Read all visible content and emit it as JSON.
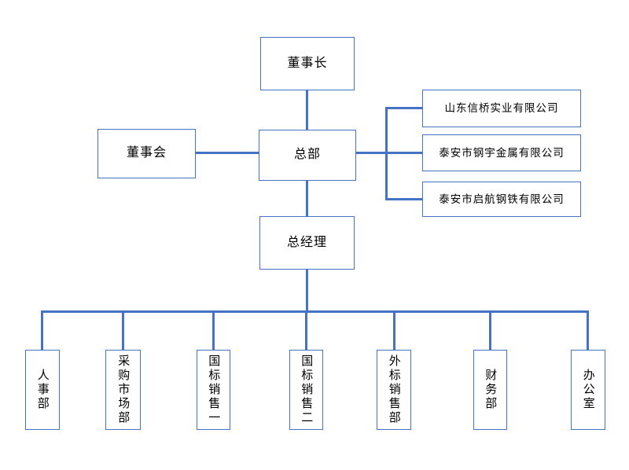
{
  "colors": {
    "line": "#4472C4",
    "box_border": "#4472C4",
    "box_fill": "#FFFFFF",
    "text": "#000000",
    "background": "#FFFFFF"
  },
  "org_chart": {
    "type": "organization-chart",
    "nodes": {
      "chairman": "董事长",
      "board": "董事会",
      "headquarters": "总部",
      "general_manager": "总经理",
      "subsidiaries": [
        "山东信桥实业有限公司",
        "泰安市钢宇金属有限公司",
        "泰安市启航钢铁有限公司"
      ],
      "departments": [
        "人事部",
        "采购市场部",
        "国标销售一",
        "国标销售二",
        "外标销售部",
        "财务部",
        "办公室"
      ]
    },
    "edges": [
      "董事长 — 总部",
      "董事会 — 总部",
      "总部 — 山东信桥实业有限公司",
      "总部 — 泰安市钢宇金属有限公司",
      "总部 — 泰安市启航钢铁有限公司",
      "总部 — 总经理",
      "总经理 — 人事部",
      "总经理 — 采购市场部",
      "总经理 — 国标销售一",
      "总经理 — 国标销售二",
      "总经理 — 外标销售部",
      "总经理 — 财务部",
      "总经理 — 办公室"
    ]
  }
}
